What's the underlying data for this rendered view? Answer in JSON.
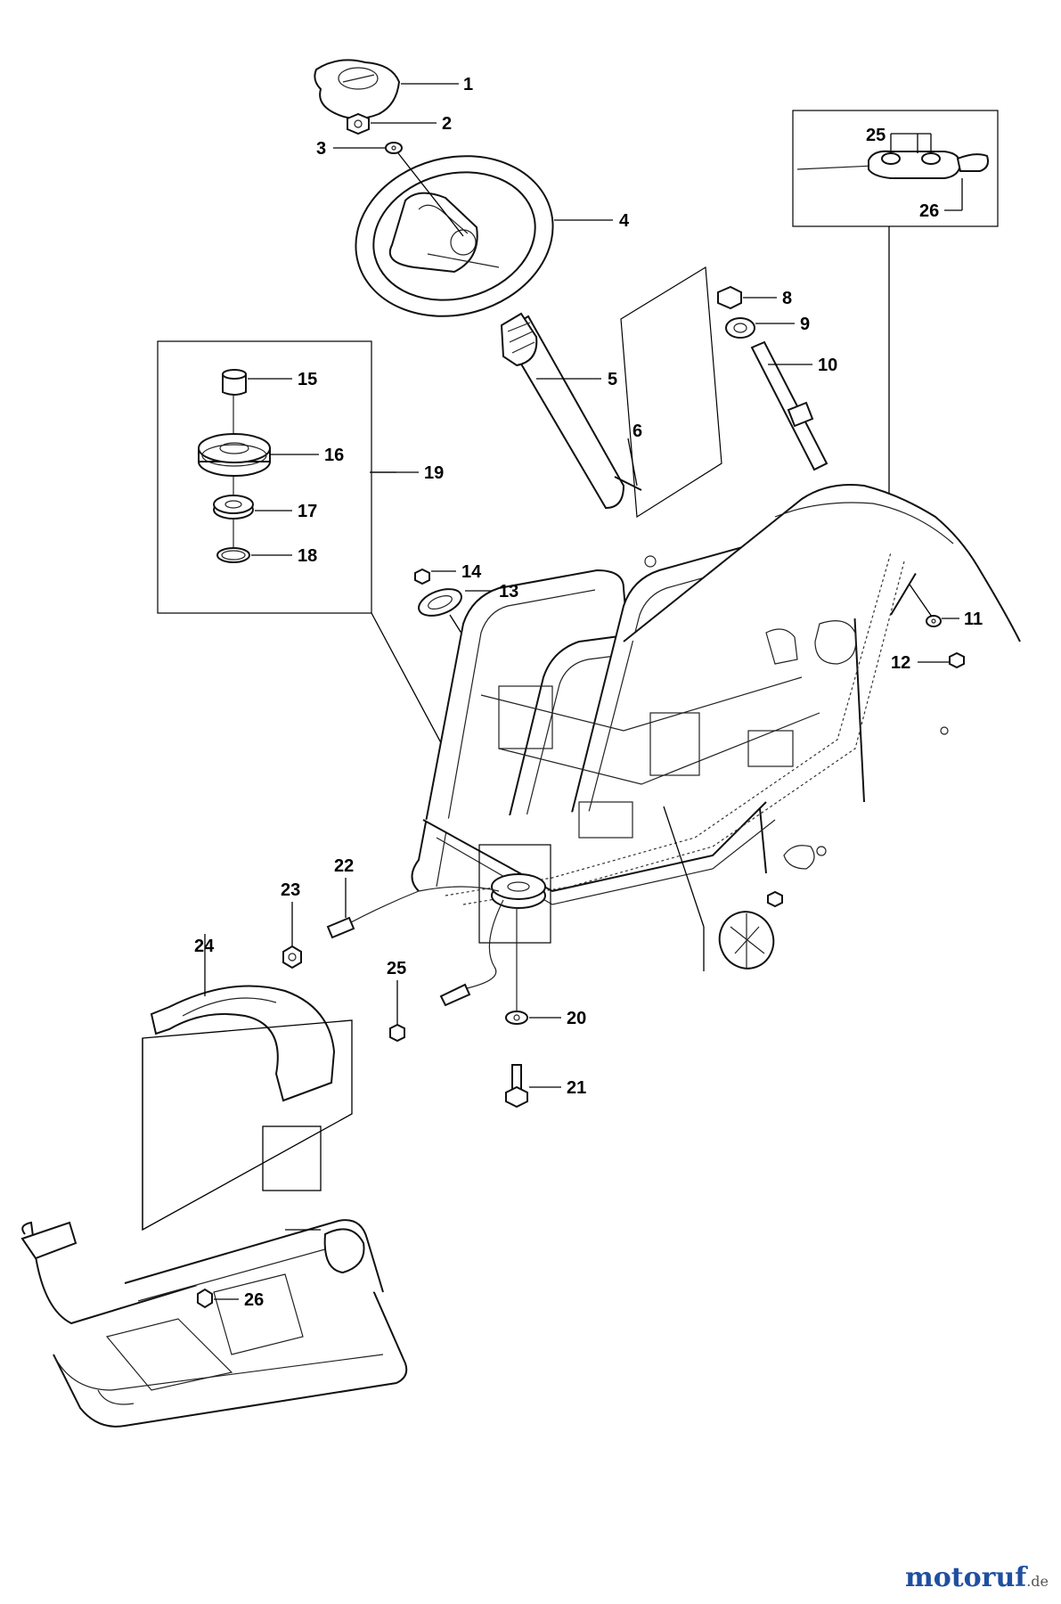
{
  "callouts": [
    {
      "id": "c1",
      "label": "1"
    },
    {
      "id": "c2",
      "label": "2"
    },
    {
      "id": "c3",
      "label": "3"
    },
    {
      "id": "c4",
      "label": "4"
    },
    {
      "id": "c5",
      "label": "5"
    },
    {
      "id": "c6",
      "label": "6"
    },
    {
      "id": "c8",
      "label": "8"
    },
    {
      "id": "c9",
      "label": "9"
    },
    {
      "id": "c10",
      "label": "10"
    },
    {
      "id": "c11",
      "label": "11"
    },
    {
      "id": "c12",
      "label": "12"
    },
    {
      "id": "c13",
      "label": "13"
    },
    {
      "id": "c14",
      "label": "14"
    },
    {
      "id": "c15",
      "label": "15"
    },
    {
      "id": "c16",
      "label": "16"
    },
    {
      "id": "c17",
      "label": "17"
    },
    {
      "id": "c18",
      "label": "18"
    },
    {
      "id": "c19",
      "label": "19"
    },
    {
      "id": "c20",
      "label": "20"
    },
    {
      "id": "c21",
      "label": "21"
    },
    {
      "id": "c22",
      "label": "22"
    },
    {
      "id": "c23",
      "label": "23"
    },
    {
      "id": "c24",
      "label": "24"
    },
    {
      "id": "c25a",
      "label": "25"
    },
    {
      "id": "c26a",
      "label": "26"
    },
    {
      "id": "c25b",
      "label": "25"
    },
    {
      "id": "c26b",
      "label": "26"
    }
  ],
  "watermark": {
    "brand": "motoruf",
    "tld": ".de",
    "colors": [
      "#1f4fa0",
      "#d9342b",
      "#2e9a3c",
      "#e0a21b"
    ]
  }
}
